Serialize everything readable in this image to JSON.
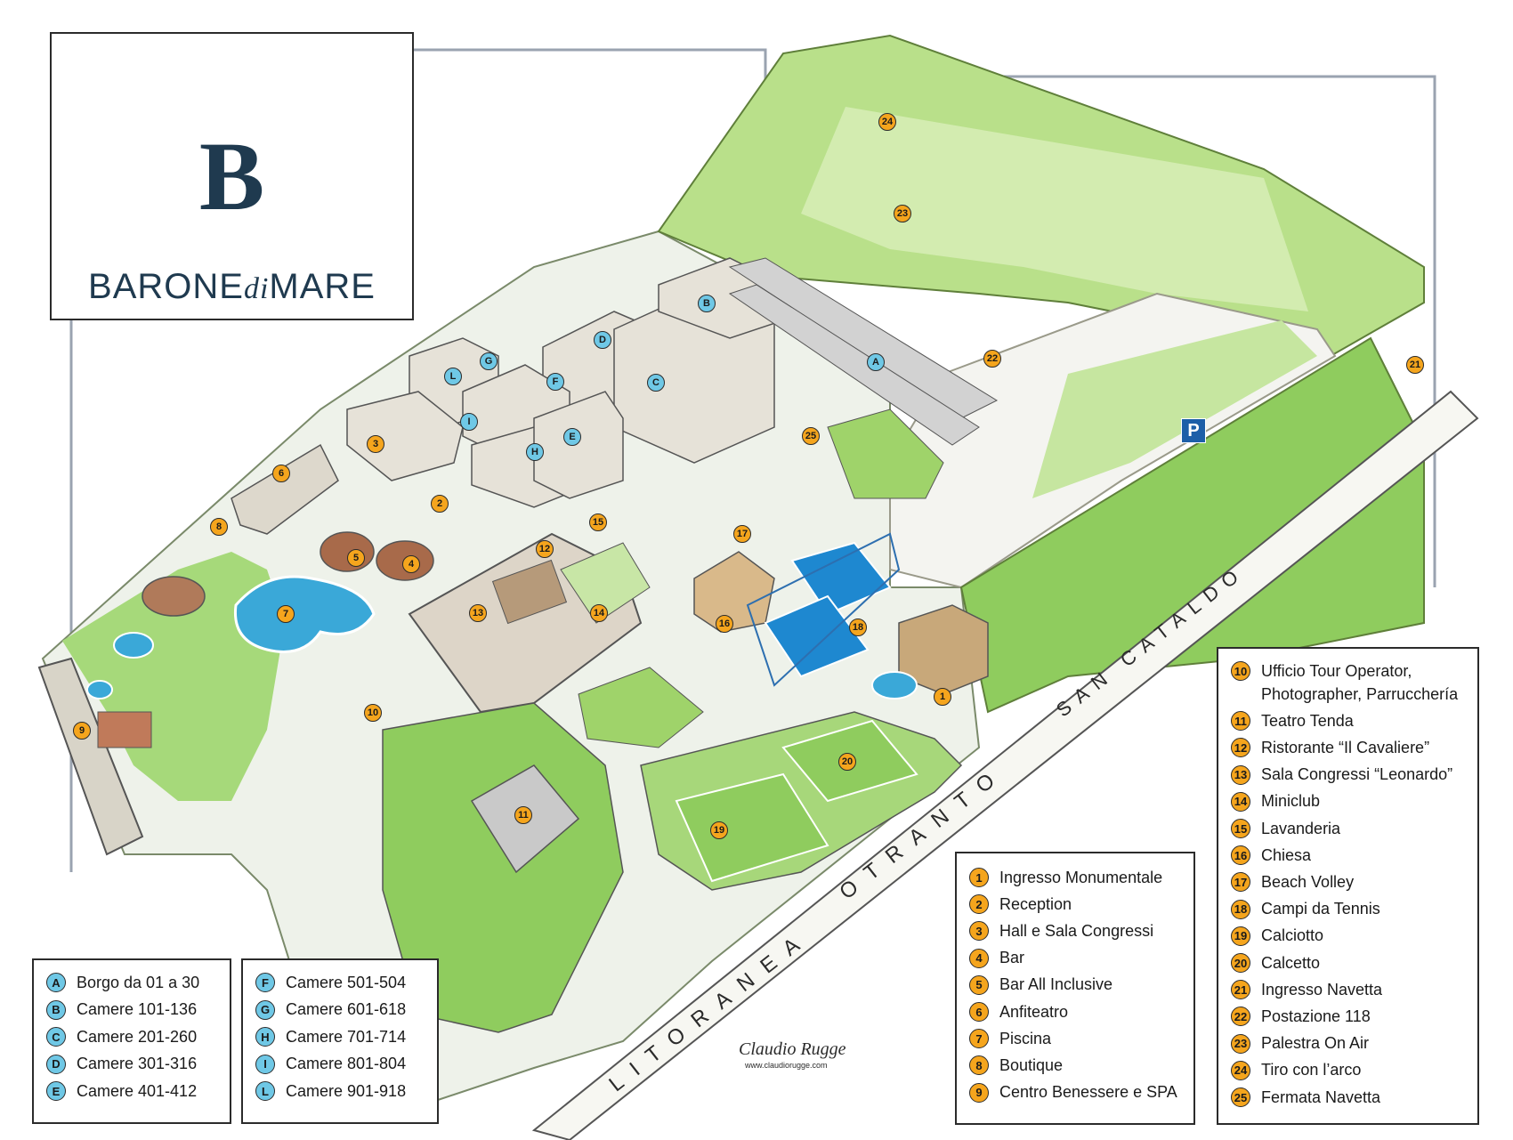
{
  "brand": {
    "name_part1": "BARONE",
    "name_part2": "di",
    "name_part3": "MARE",
    "logo_letter": "B"
  },
  "road_labels": {
    "litoranea": "LITORANEA",
    "otranto": "OTRANTO",
    "san_cataldo": "SAN CATALDO"
  },
  "credits": {
    "signature": "Claudio Rugge",
    "website": "www.claudiorugge.com"
  },
  "parking_label": "P",
  "colors": {
    "poi_badge": "#f5a51d",
    "room_badge": "#6fc8e6",
    "grass": "#9fd36a",
    "pool": "#3aa8d8",
    "tennis": "#1e88d0",
    "logo_blue": "#1f3a4f",
    "logo_gold": "#c9a44a"
  },
  "rooms_legend_left": [
    {
      "code": "A",
      "label": "Borgo da 01 a 30"
    },
    {
      "code": "B",
      "label": "Camere 101-136"
    },
    {
      "code": "C",
      "label": "Camere 201-260"
    },
    {
      "code": "D",
      "label": "Camere 301-316"
    },
    {
      "code": "E",
      "label": "Camere 401-412"
    }
  ],
  "rooms_legend_right": [
    {
      "code": "F",
      "label": "Camere 501-504"
    },
    {
      "code": "G",
      "label": "Camere 601-618"
    },
    {
      "code": "H",
      "label": "Camere 701-714"
    },
    {
      "code": "I",
      "label": "Camere 801-804"
    },
    {
      "code": "L",
      "label": "Camere 901-918"
    }
  ],
  "poi_legend_1": [
    {
      "code": "1",
      "label": "Ingresso Monumentale"
    },
    {
      "code": "2",
      "label": "Reception"
    },
    {
      "code": "3",
      "label": "Hall e Sala Congressi"
    },
    {
      "code": "4",
      "label": "Bar"
    },
    {
      "code": "5",
      "label": "Bar All Inclusive"
    },
    {
      "code": "6",
      "label": "Anfiteatro"
    },
    {
      "code": "7",
      "label": "Piscina"
    },
    {
      "code": "8",
      "label": "Boutique"
    },
    {
      "code": "9",
      "label": "Centro Benessere e SPA"
    }
  ],
  "poi_legend_2": [
    {
      "code": "10",
      "label": "Ufficio Tour Operator,",
      "label2": "Photographer, Parrucchería"
    },
    {
      "code": "11",
      "label": "Teatro Tenda"
    },
    {
      "code": "12",
      "label": "Ristorante “Il Cavaliere”"
    },
    {
      "code": "13",
      "label": "Sala Congressi “Leonardo”"
    },
    {
      "code": "14",
      "label": "Miniclub"
    },
    {
      "code": "15",
      "label": "Lavanderia"
    },
    {
      "code": "16",
      "label": "Chiesa"
    },
    {
      "code": "17",
      "label": "Beach Volley"
    },
    {
      "code": "18",
      "label": "Campi da Tennis"
    },
    {
      "code": "19",
      "label": "Calciotto"
    },
    {
      "code": "20",
      "label": "Calcetto"
    },
    {
      "code": "21",
      "label": "Ingresso Navetta"
    },
    {
      "code": "22",
      "label": "Postazione 118"
    },
    {
      "code": "23",
      "label": "Palestra On Air"
    },
    {
      "code": "24",
      "label": "Tiro con l’arco"
    },
    {
      "code": "25",
      "label": "Fermata Navetta"
    }
  ],
  "map_markers": [
    {
      "code": "1",
      "type": "poi"
    },
    {
      "code": "2",
      "type": "poi"
    },
    {
      "code": "3",
      "type": "poi"
    },
    {
      "code": "4",
      "type": "poi"
    },
    {
      "code": "5",
      "type": "poi"
    },
    {
      "code": "6",
      "type": "poi"
    },
    {
      "code": "7",
      "type": "poi"
    },
    {
      "code": "8",
      "type": "poi"
    },
    {
      "code": "9",
      "type": "poi"
    },
    {
      "code": "10",
      "type": "poi"
    },
    {
      "code": "11",
      "type": "poi"
    },
    {
      "code": "12",
      "type": "poi"
    },
    {
      "code": "13",
      "type": "poi"
    },
    {
      "code": "14",
      "type": "poi"
    },
    {
      "code": "15",
      "type": "poi"
    },
    {
      "code": "16",
      "type": "poi"
    },
    {
      "code": "17",
      "type": "poi"
    },
    {
      "code": "18",
      "type": "poi"
    },
    {
      "code": "19",
      "type": "poi"
    },
    {
      "code": "20",
      "type": "poi"
    },
    {
      "code": "21",
      "type": "poi"
    },
    {
      "code": "22",
      "type": "poi"
    },
    {
      "code": "23",
      "type": "poi"
    },
    {
      "code": "24",
      "type": "poi"
    },
    {
      "code": "25",
      "type": "poi"
    },
    {
      "code": "A",
      "type": "room"
    },
    {
      "code": "B",
      "type": "room"
    },
    {
      "code": "C",
      "type": "room"
    },
    {
      "code": "D",
      "type": "room"
    },
    {
      "code": "E",
      "type": "room"
    },
    {
      "code": "F",
      "type": "room"
    },
    {
      "code": "G",
      "type": "room"
    },
    {
      "code": "H",
      "type": "room"
    },
    {
      "code": "I",
      "type": "room"
    },
    {
      "code": "L",
      "type": "room"
    }
  ]
}
